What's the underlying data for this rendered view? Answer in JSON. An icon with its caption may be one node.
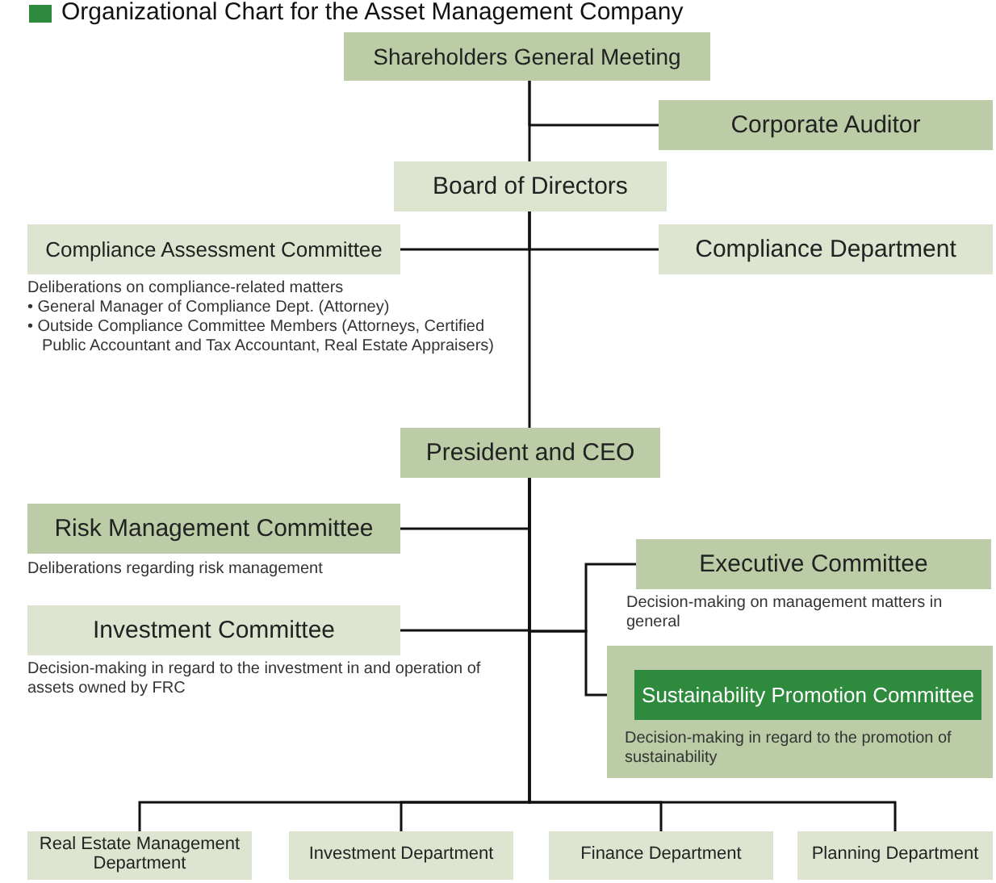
{
  "diagram": {
    "title": "Organizational Chart for the Asset Management Company",
    "nodes": [
      {
        "text": [
          "Shareholders General Meeting"
        ]
      },
      {
        "text": [
          "Corporate Auditor"
        ]
      },
      {
        "text": [
          "Board of Directors"
        ]
      },
      {
        "text": [
          "Compliance Assessment Committee"
        ],
        "beside": [
          "Deliberations on compliance-related matters",
          "• General Manager of Compliance Dept. (Attorney)",
          "• Outside Compliance Committee Members (Attorneys, Certified Public Accountant and Tax Accountant, Real Estate Appraisers)"
        ]
      },
      {
        "text": [
          "Compliance Department"
        ]
      },
      {
        "text": [
          "President and CEO"
        ]
      },
      {
        "text": [
          "Risk Management Committee"
        ],
        "beside": [
          "Deliberations regarding risk management"
        ]
      },
      {
        "text": [
          "Investment Committee"
        ],
        "beside": [
          "Decision-making in regard to the investment in and operation of assets owned by FRC"
        ]
      },
      {
        "text": [
          "Executive Committee"
        ],
        "beside": [
          "Decision-making on management matters in general"
        ]
      },
      {
        "text": [
          "Decision-making in regard to the promotion of sustainability"
        ]
      },
      {
        "text": [
          "Sustainability Promotion Committee"
        ],
        "in": 9
      },
      {
        "text": [
          "Real Estate Management Department"
        ]
      },
      {
        "text": [
          "Investment Department"
        ]
      },
      {
        "text": [
          "Finance Department"
        ]
      },
      {
        "text": [
          "Planning Department"
        ]
      }
    ],
    "edges": [
      {
        "from": 0,
        "to": 2,
        "arrow": "none"
      },
      {
        "from": 0,
        "to": 1,
        "arrow": "none"
      },
      {
        "from": 2,
        "to": 3,
        "arrow": "none"
      },
      {
        "from": 2,
        "to": 4,
        "arrow": "none"
      },
      {
        "from": 2,
        "to": 5,
        "arrow": "none"
      },
      {
        "from": 5,
        "to": 6,
        "arrow": "none"
      },
      {
        "from": 5,
        "to": 7,
        "arrow": "none"
      },
      {
        "from": 5,
        "to": 8,
        "arrow": "none"
      },
      {
        "from": 5,
        "to": 10,
        "arrow": "none"
      },
      {
        "from": 5,
        "to": 11,
        "arrow": "none"
      },
      {
        "from": 5,
        "to": 12,
        "arrow": "none"
      },
      {
        "from": 5,
        "to": 13,
        "arrow": "none"
      },
      {
        "from": 5,
        "to": 14,
        "arrow": "none"
      }
    ]
  }
}
